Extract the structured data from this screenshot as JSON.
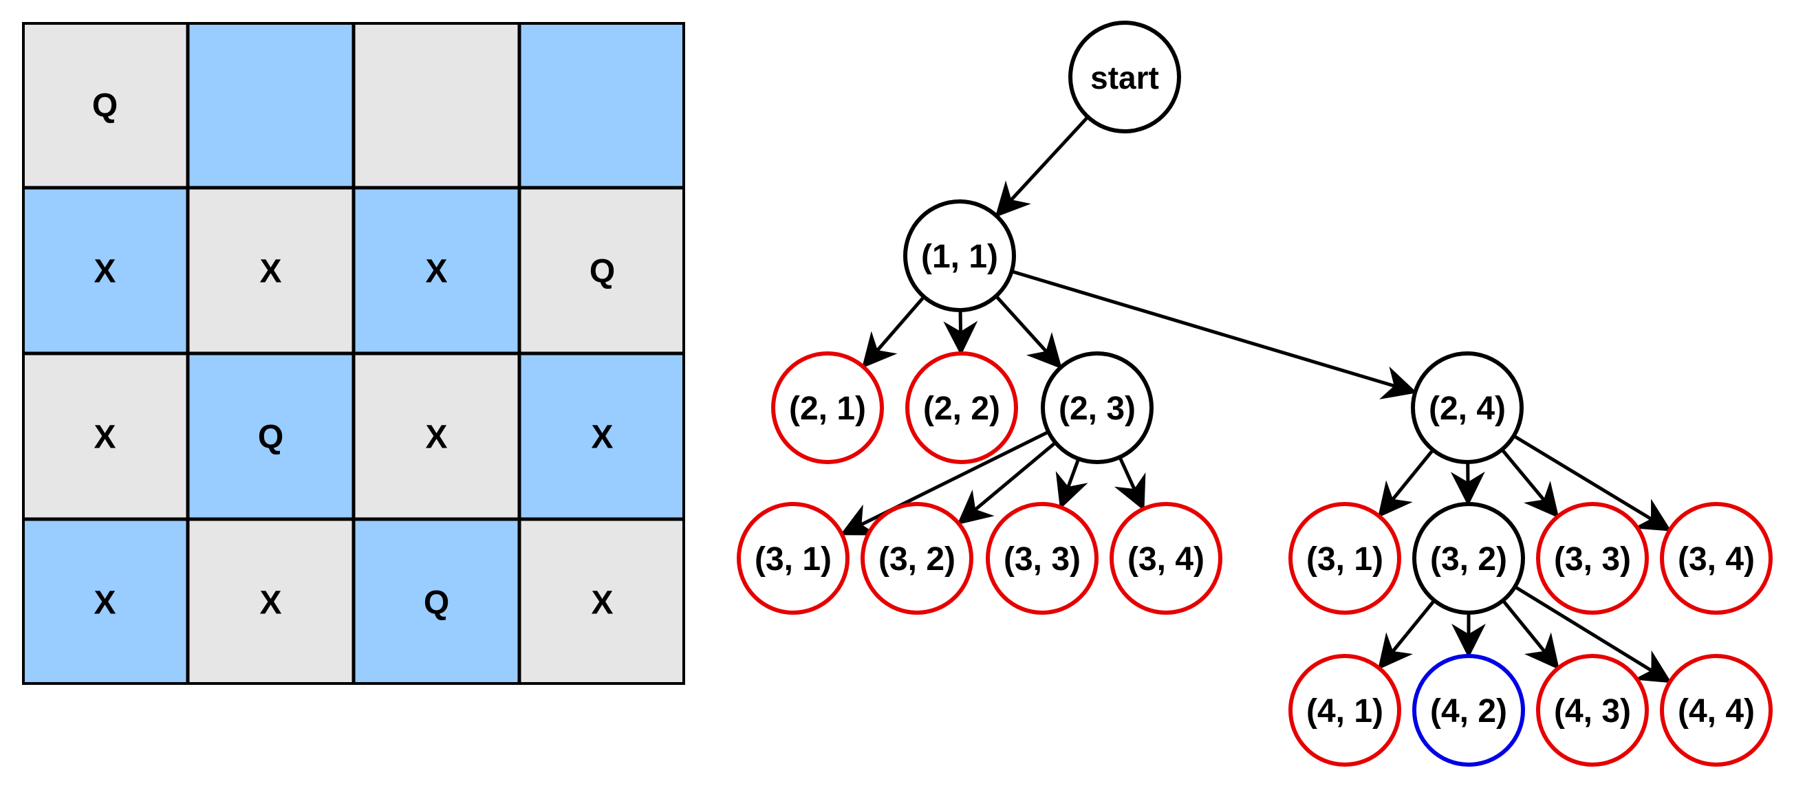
{
  "colors": {
    "light_cell": "#e6e6e6",
    "blue_cell": "#99ccff",
    "grid_line": "#000000",
    "node_default": "#000000",
    "node_pruned": "#e60000",
    "node_solution": "#0000e6"
  },
  "board": {
    "rows": [
      [
        {
          "text": "Q",
          "shade": "light"
        },
        {
          "text": "",
          "shade": "blue"
        },
        {
          "text": "",
          "shade": "light"
        },
        {
          "text": "",
          "shade": "blue"
        }
      ],
      [
        {
          "text": "X",
          "shade": "blue"
        },
        {
          "text": "X",
          "shade": "light"
        },
        {
          "text": "X",
          "shade": "blue"
        },
        {
          "text": "Q",
          "shade": "light"
        }
      ],
      [
        {
          "text": "X",
          "shade": "light"
        },
        {
          "text": "Q",
          "shade": "blue"
        },
        {
          "text": "X",
          "shade": "light"
        },
        {
          "text": "X",
          "shade": "blue"
        }
      ],
      [
        {
          "text": "X",
          "shade": "blue"
        },
        {
          "text": "X",
          "shade": "light"
        },
        {
          "text": "Q",
          "shade": "blue"
        },
        {
          "text": "X",
          "shade": "light"
        }
      ]
    ]
  },
  "tree": {
    "nodes": [
      {
        "id": "start",
        "label": "start",
        "status": "default"
      },
      {
        "id": "n11",
        "label": "(1, 1)",
        "status": "default"
      },
      {
        "id": "n21",
        "label": "(2, 1)",
        "status": "pruned"
      },
      {
        "id": "n22",
        "label": "(2, 2)",
        "status": "pruned"
      },
      {
        "id": "n23",
        "label": "(2, 3)",
        "status": "default"
      },
      {
        "id": "n24",
        "label": "(2, 4)",
        "status": "default"
      },
      {
        "id": "n23_31",
        "label": "(3, 1)",
        "status": "pruned"
      },
      {
        "id": "n23_32",
        "label": "(3, 2)",
        "status": "pruned"
      },
      {
        "id": "n23_33",
        "label": "(3, 3)",
        "status": "pruned"
      },
      {
        "id": "n23_34",
        "label": "(3, 4)",
        "status": "pruned"
      },
      {
        "id": "n24_31",
        "label": "(3, 1)",
        "status": "pruned"
      },
      {
        "id": "n24_32",
        "label": "(3, 2)",
        "status": "default"
      },
      {
        "id": "n24_33",
        "label": "(3, 3)",
        "status": "pruned"
      },
      {
        "id": "n24_34",
        "label": "(3, 4)",
        "status": "pruned"
      },
      {
        "id": "n41",
        "label": "(4, 1)",
        "status": "pruned"
      },
      {
        "id": "n42",
        "label": "(4, 2)",
        "status": "solution"
      },
      {
        "id": "n43",
        "label": "(4, 3)",
        "status": "pruned"
      },
      {
        "id": "n44",
        "label": "(4, 4)",
        "status": "pruned"
      }
    ],
    "edges": [
      [
        "start",
        "n11"
      ],
      [
        "n11",
        "n21"
      ],
      [
        "n11",
        "n22"
      ],
      [
        "n11",
        "n23"
      ],
      [
        "n11",
        "n24"
      ],
      [
        "n23",
        "n23_31"
      ],
      [
        "n23",
        "n23_32"
      ],
      [
        "n23",
        "n23_33"
      ],
      [
        "n23",
        "n23_34"
      ],
      [
        "n24",
        "n24_31"
      ],
      [
        "n24",
        "n24_32"
      ],
      [
        "n24",
        "n24_33"
      ],
      [
        "n24",
        "n24_34"
      ],
      [
        "n24_32",
        "n41"
      ],
      [
        "n24_32",
        "n42"
      ],
      [
        "n24_32",
        "n43"
      ],
      [
        "n24_32",
        "n44"
      ]
    ]
  }
}
